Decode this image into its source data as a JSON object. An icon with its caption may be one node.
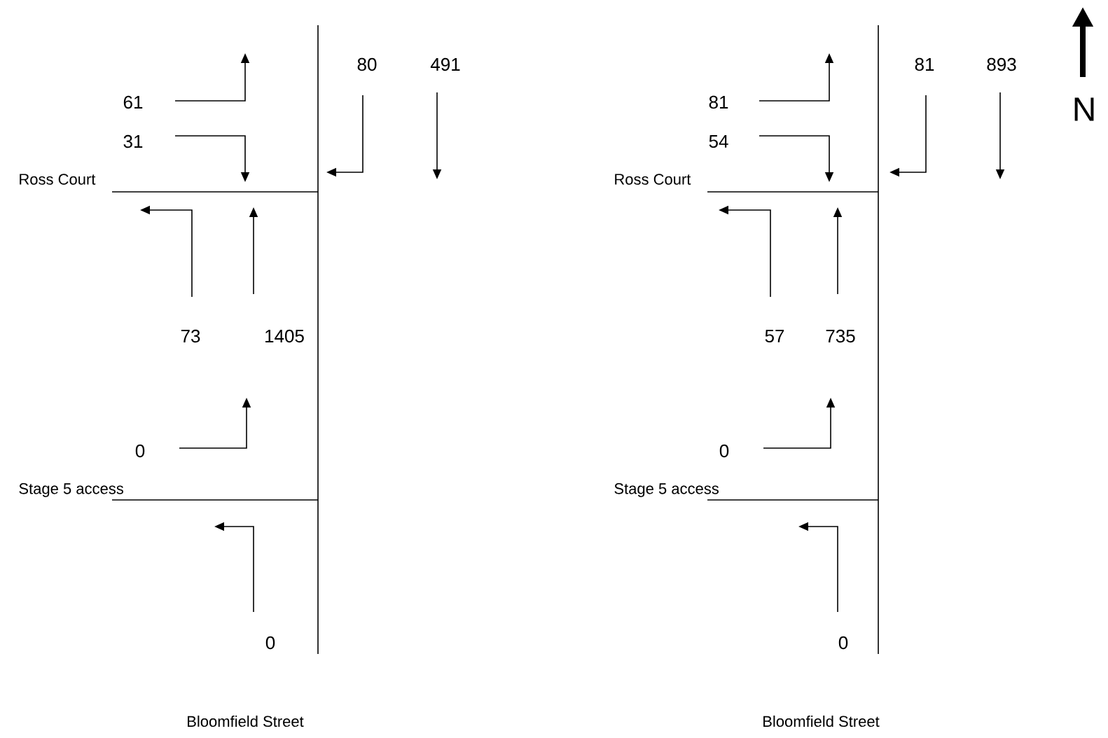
{
  "diagram": {
    "labels": [
      "61",
      "80",
      "491",
      "31",
      "Ross Court",
      "73",
      "1405",
      "0",
      "Stage 5 access",
      "0",
      "Bloomfield Street",
      "81",
      "81",
      "893",
      "54",
      "Ross Court",
      "57",
      "735",
      "0",
      "Stage 5 access",
      "0",
      "Bloomfield Street",
      "N"
    ]
  }
}
